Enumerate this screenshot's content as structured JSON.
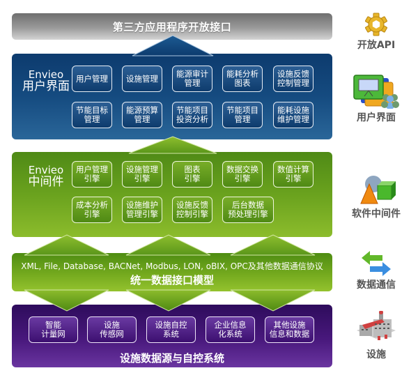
{
  "diagram": {
    "api_layer": {
      "title": "第三方应用程序开放接口"
    },
    "ui_layer": {
      "label_line1": "Envieo",
      "label_line2": "用户界面",
      "modules": [
        "用户管理",
        "设施管理",
        "能源审计\n管理",
        "能耗分析\n图表",
        "设施反馈\n控制管理",
        "节能目标\n管理",
        "能源预算\n管理",
        "节能项目\n投资分析",
        "节能项目\n管理",
        "能耗设施\n维护管理"
      ]
    },
    "middleware_layer": {
      "label_line1": "Envieo",
      "label_line2": "中间件",
      "engines": [
        "用户管理\n引擎",
        "设施管理\n引擎",
        "图表\n引擎",
        "数据交换\n引擎",
        "数值计算\n引擎",
        "成本分析\n引擎",
        "设施维护\n管理引擎",
        "设施反馈\n控制引擎",
        "后台数据\n预处理引擎"
      ]
    },
    "interface_layer": {
      "protocols": "XML, File, Database, BACNet, Modbus, LON, oBIX, OPC及其他数据通信协议",
      "title": "统一数据接口模型"
    },
    "source_layer": {
      "systems": [
        "智能\n计量网",
        "设施\n传感网",
        "设施自控\n系统",
        "企业信息\n化系统",
        "其他设施\n信息和数据"
      ],
      "title": "设施数据源与自控系统"
    }
  },
  "legend": [
    {
      "icon": "gear-icon",
      "label": "开放API"
    },
    {
      "icon": "presentation-users-icon",
      "label": "用户界面"
    },
    {
      "icon": "shapes-icon",
      "label": "软件中间件"
    },
    {
      "icon": "exchange-arrows-icon",
      "label": "数据通信"
    },
    {
      "icon": "factory-icon",
      "label": "设施"
    }
  ],
  "colors": {
    "api": "#8a8a8a",
    "ui": "#154b80",
    "middleware": "#6aa21e",
    "interface": "#74aa1e",
    "source": "#48187c"
  }
}
